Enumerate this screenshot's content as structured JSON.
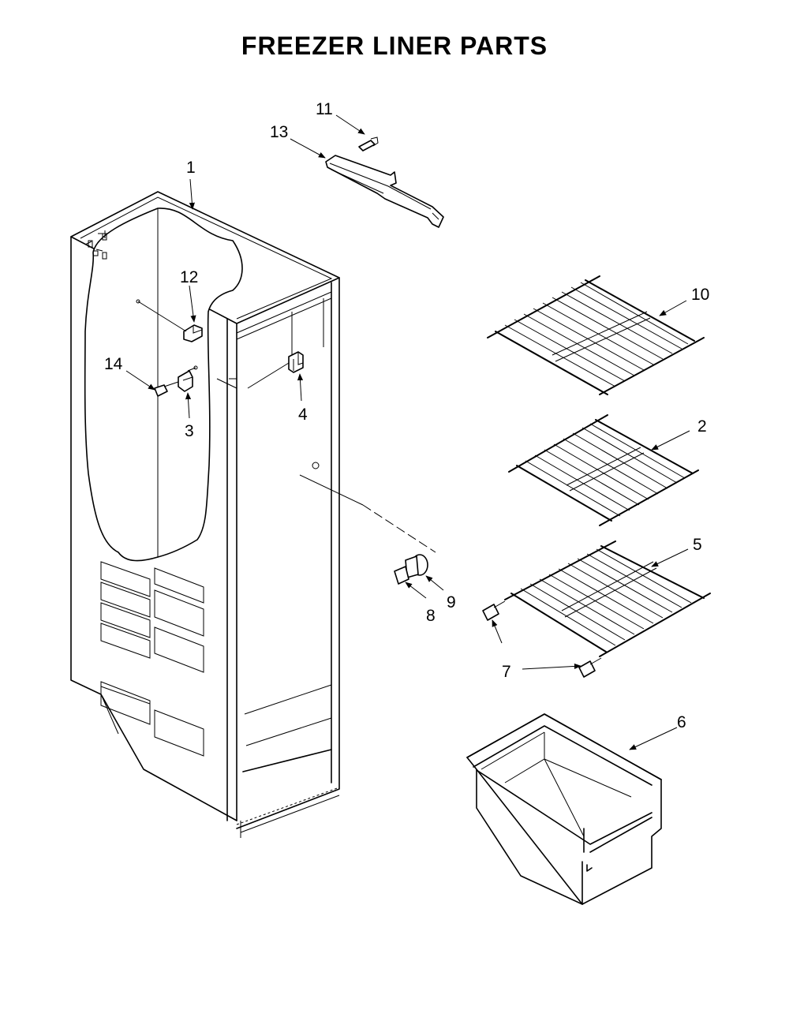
{
  "title": "FREEZER LINER PARTS",
  "callouts": {
    "c1": "1",
    "c2": "2",
    "c3": "3",
    "c4": "4",
    "c5": "5",
    "c6": "6",
    "c7": "7",
    "c8": "8",
    "c9": "9",
    "c10": "10",
    "c11": "11",
    "c12": "12",
    "c13": "13",
    "c14": "14"
  },
  "parts": [
    {
      "name": "freezer-liner",
      "callout": "1"
    },
    {
      "name": "shelf",
      "callout": "2"
    },
    {
      "name": "hinge-bracket",
      "callout": "3"
    },
    {
      "name": "clip",
      "callout": "4"
    },
    {
      "name": "shelf-lower",
      "callout": "5"
    },
    {
      "name": "basket-bin",
      "callout": "6"
    },
    {
      "name": "shelf-stud",
      "callout": "7"
    },
    {
      "name": "screw",
      "callout": "8"
    },
    {
      "name": "fastener",
      "callout": "9"
    },
    {
      "name": "shelf-top",
      "callout": "10"
    },
    {
      "name": "screw-top",
      "callout": "11"
    },
    {
      "name": "hinge-rail",
      "callout": "12"
    },
    {
      "name": "rail",
      "callout": "13"
    },
    {
      "name": "screw-side",
      "callout": "14"
    }
  ]
}
